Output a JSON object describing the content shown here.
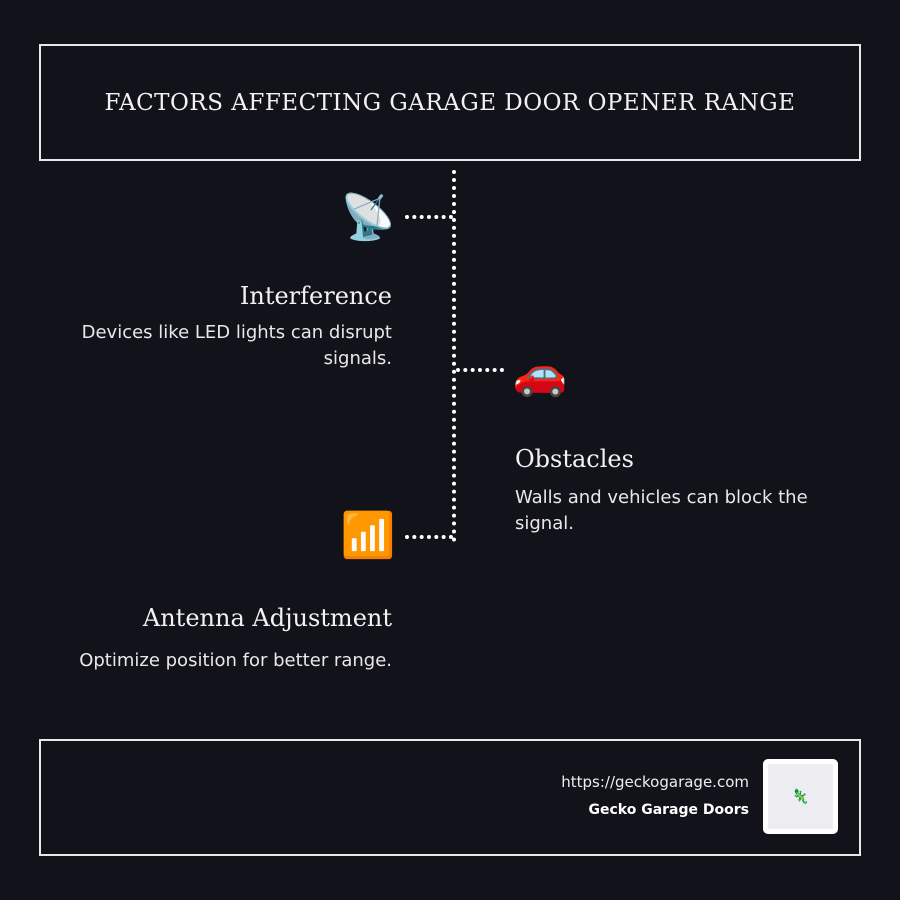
{
  "title": "FACTORS AFFECTING GARAGE DOOR OPENER RANGE",
  "items": [
    {
      "icon": "📡",
      "heading": "Interference",
      "description": "Devices like LED lights can disrupt signals."
    },
    {
      "icon": "🚗",
      "heading": "Obstacles",
      "description": "Walls and vehicles can block the signal."
    },
    {
      "icon": "📶",
      "heading": "Antenna Adjustment",
      "description": "Optimize position for better range."
    }
  ],
  "footer": {
    "url": "https://geckogarage.com",
    "brand": "Gecko Garage Doors",
    "logo_glyph": "🦎"
  }
}
